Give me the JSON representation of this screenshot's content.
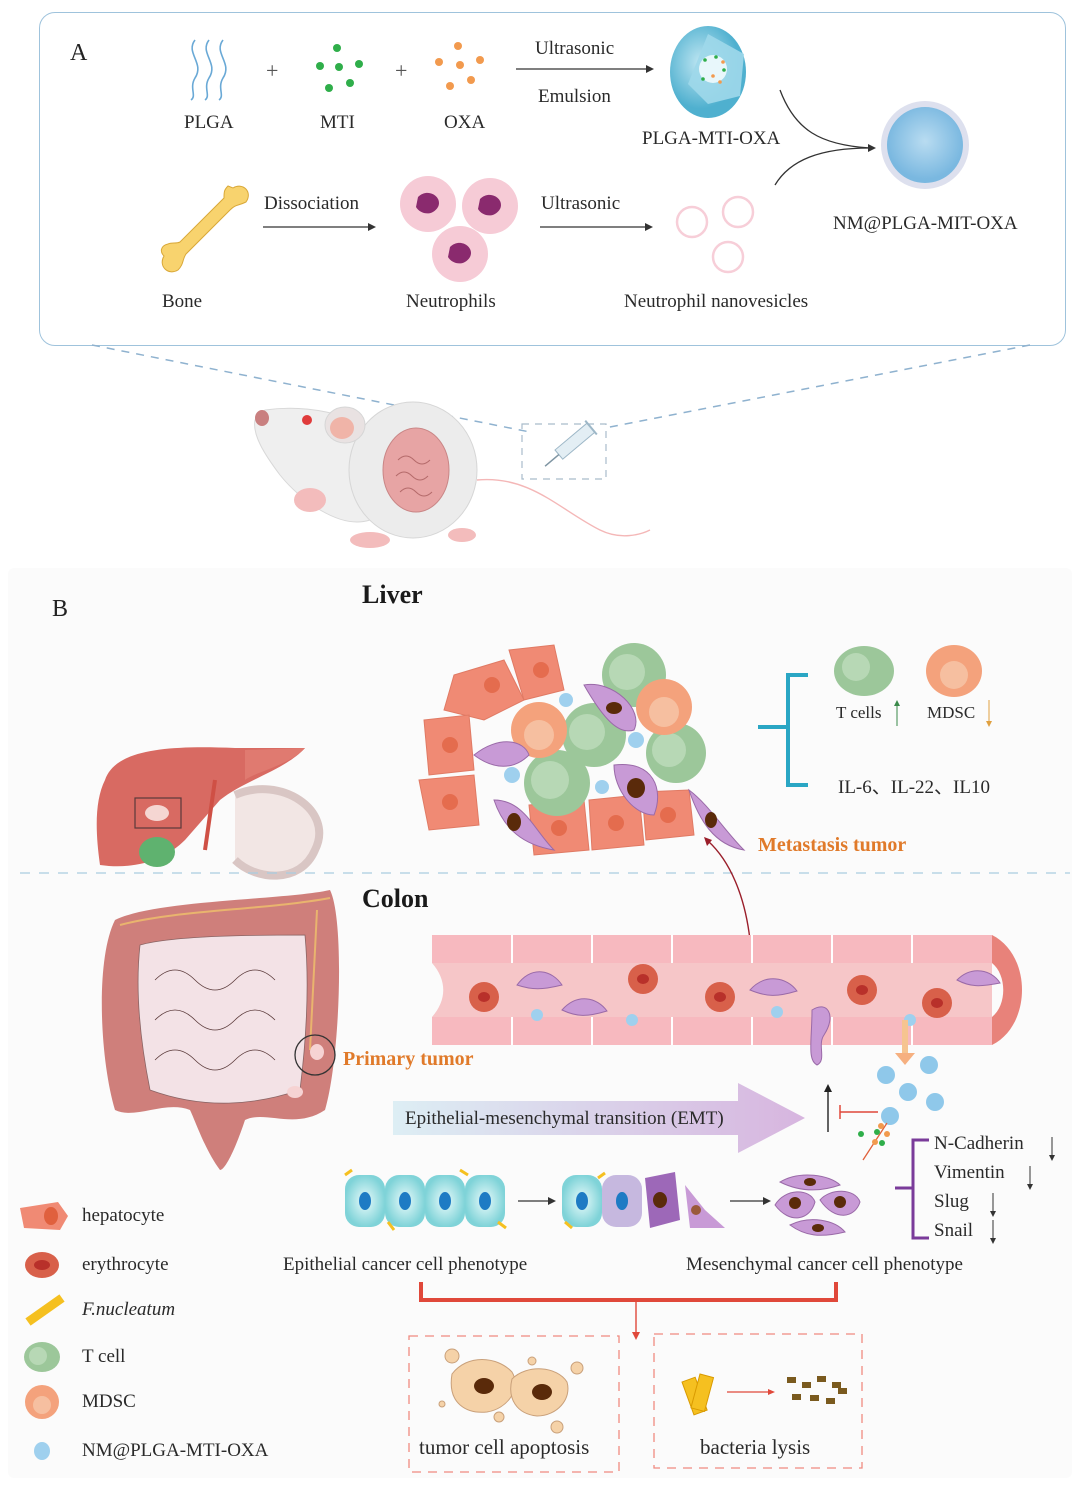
{
  "panel_a": {
    "letter": "A",
    "row1": {
      "inputs": [
        "PLGA",
        "MTI",
        "OXA"
      ],
      "plus": "+",
      "step_top": "Ultrasonic",
      "step_bottom": "Emulsion",
      "product": "PLGA-MTI-OXA"
    },
    "row2": {
      "source": "Bone",
      "step1": "Dissociation",
      "cells": "Neutrophils",
      "step2": "Ultrasonic",
      "product": "Neutrophil nanovesicles"
    },
    "final_product": "NM@PLGA-MIT-OXA"
  },
  "panel_b": {
    "letter": "B",
    "liver_heading": "Liver",
    "colon_heading": "Colon",
    "metastasis_label": "Metastasis tumor",
    "primary_label": "Primary tumor",
    "immune_effects": {
      "tcells": "T cells",
      "tcells_trend": "up",
      "mdsc": "MDSC",
      "mdsc_trend": "down",
      "cytokines": "IL-6、IL-22、IL10"
    },
    "emt_label": "Epithelial-mesenchymal transition (EMT)",
    "epithelial_label": "Epithelial cancer cell phenotype",
    "mesenchymal_label": "Mesenchymal cancer cell phenotype",
    "markers": [
      {
        "name": "N-Cadherin",
        "trend": "down"
      },
      {
        "name": "Vimentin",
        "trend": "down"
      },
      {
        "name": "Slug",
        "trend": "down"
      },
      {
        "name": "Snail",
        "trend": "down"
      }
    ],
    "outcomes": [
      "tumor cell apoptosis",
      "bacteria lysis"
    ]
  },
  "legend": [
    {
      "icon": "hepatocyte-icon",
      "label": "hepatocyte"
    },
    {
      "icon": "erythrocyte-icon",
      "label": "erythrocyte"
    },
    {
      "icon": "fnucleatum-icon",
      "label": "F.nucleatum"
    },
    {
      "icon": "tcell-icon",
      "label": "T cell"
    },
    {
      "icon": "mdsc-icon",
      "label": "MDSC"
    },
    {
      "icon": "nanoparticle-icon",
      "label": "NM@PLGA-MTI-OXA"
    }
  ],
  "colors": {
    "panel_border": "#9fc3dc",
    "accent_orange": "#e07a2a",
    "bracket_teal": "#2aa6c4",
    "bracket_purple": "#7a3b9a",
    "bracket_red": "#e0483a",
    "hepatocyte": "#f08a74",
    "tcell": "#9cc79a",
    "mdsc": "#f4a27c",
    "nanoparticle": "#9fd0ee",
    "cancer_cell": "#c89ad6"
  }
}
